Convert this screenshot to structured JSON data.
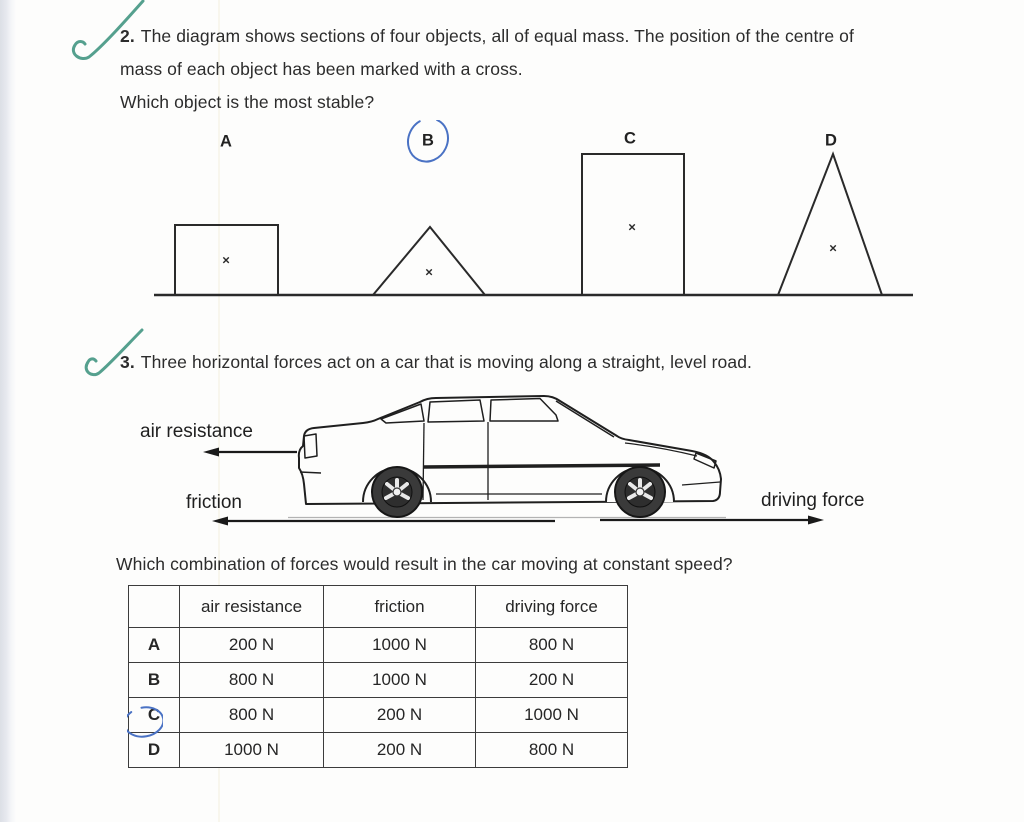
{
  "page": {
    "kind": "scanned physics worksheet",
    "background": "#fdfdfc",
    "ink": "#2d2d2d",
    "pen_green": "#55a08e",
    "pen_blue": "#4a72c4"
  },
  "question2": {
    "number": "2.",
    "text_line1": "The diagram shows sections of four objects, all of equal mass. The position of the centre of",
    "text_line2": "mass of each object has been marked with a cross.",
    "prompt": "Which object is the most stable?",
    "diagram": {
      "labels": [
        "A",
        "B",
        "C",
        "D"
      ],
      "shapes": [
        "wide rectangle",
        "squat triangle",
        "tall rectangle",
        "tall narrow triangle"
      ],
      "cross": "×",
      "circled_answer": "B"
    }
  },
  "question3": {
    "number": "3.",
    "text": "Three horizontal forces act on a car that is moving along a straight, level road.",
    "forces": {
      "air_resistance": "air resistance",
      "friction": "friction",
      "driving_force": "driving force"
    },
    "prompt": "Which combination of forces would result in the car moving at constant speed?",
    "table": {
      "headers": [
        "",
        "air resistance",
        "friction",
        "driving force"
      ],
      "rows": [
        {
          "label": "A",
          "values": [
            "200 N",
            "1000 N",
            "800 N"
          ]
        },
        {
          "label": "B",
          "values": [
            "800 N",
            "1000 N",
            "200 N"
          ]
        },
        {
          "label": "C",
          "values": [
            "800 N",
            "200 N",
            "1000 N"
          ]
        },
        {
          "label": "D",
          "values": [
            "1000 N",
            "200 N",
            "800 N"
          ]
        }
      ],
      "circled_answer": "C"
    }
  }
}
